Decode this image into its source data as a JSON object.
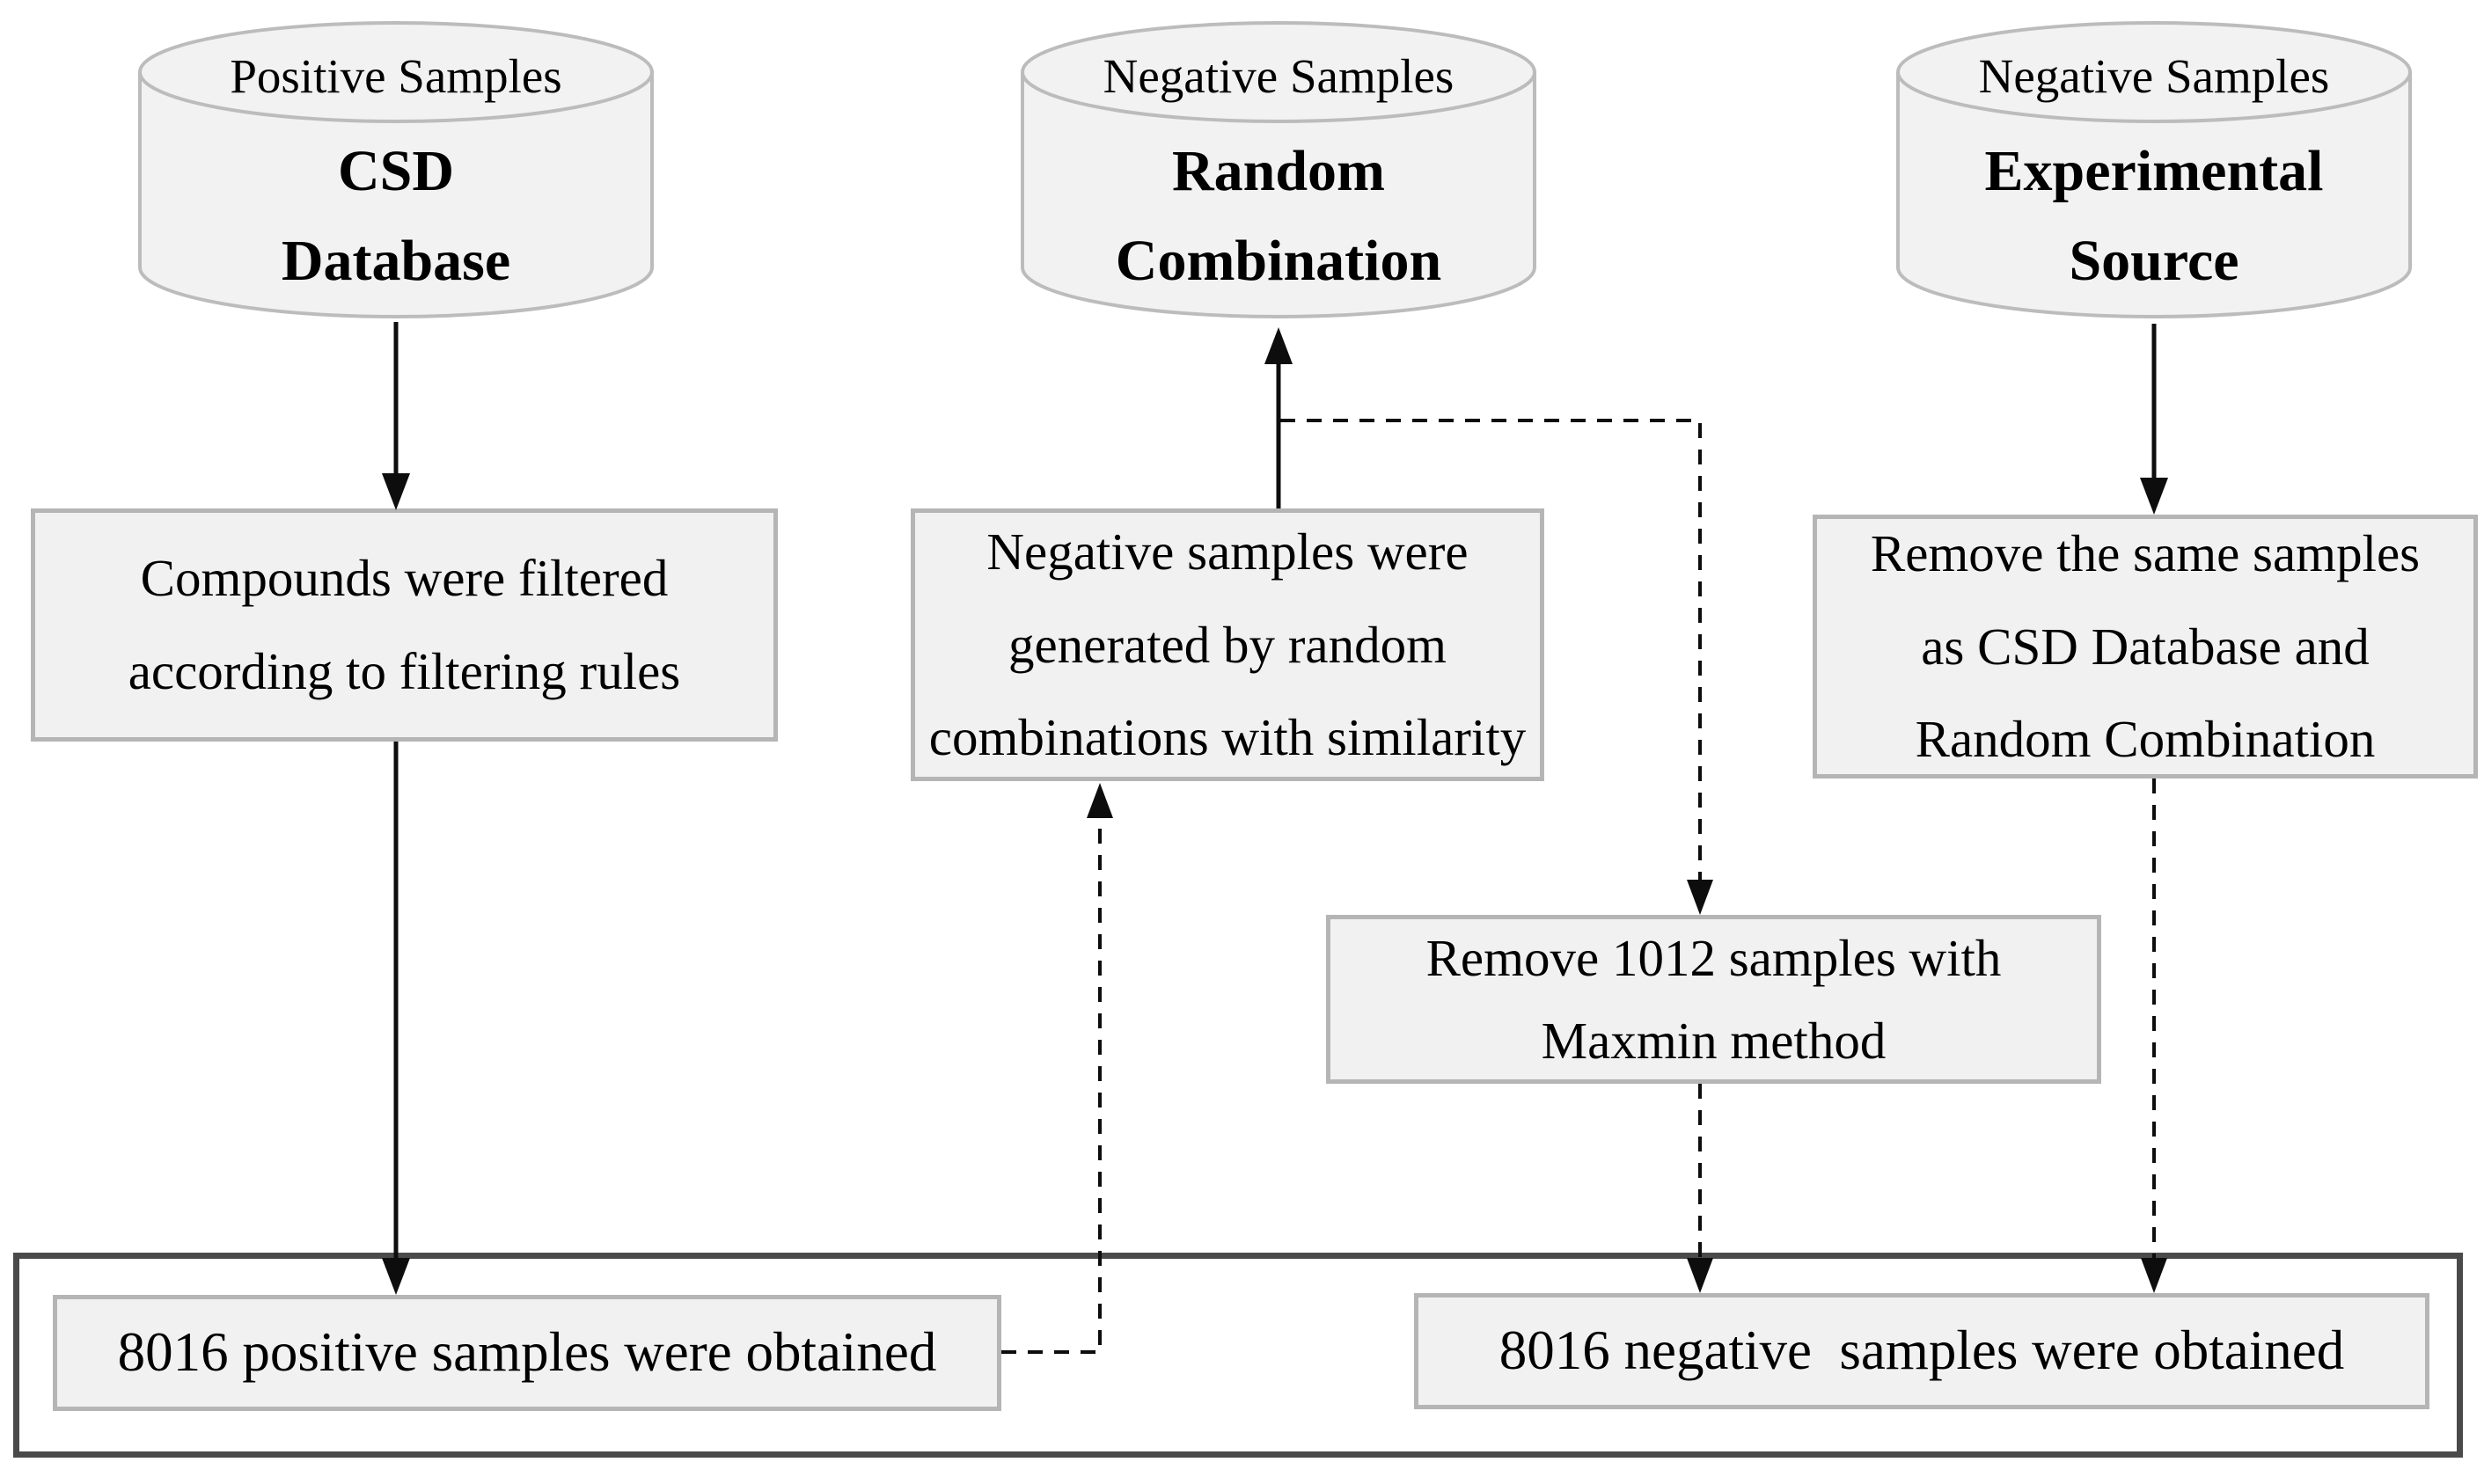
{
  "diagram": {
    "title": "Positive and negative sample preparation flowchart",
    "colors": {
      "node_fill": "#f1f1f1",
      "node_border": "#b5b5b5",
      "cylinder_fill": "#f2f2f2",
      "cylinder_border": "#bcbcbc",
      "container_border": "#4a4a4a",
      "line": "#0d0d0d",
      "text": "#000000",
      "background": "#ffffff"
    },
    "cylinders": [
      {
        "id": "csd",
        "tag": "Positive Samples",
        "label": "CSD\nDatabase"
      },
      {
        "id": "random",
        "tag": "Negative Samples",
        "label": "Random\nCombination"
      },
      {
        "id": "experimental",
        "tag": "Negative Samples",
        "label": "Experimental\nSource"
      }
    ],
    "boxes": [
      {
        "id": "filter",
        "label": "Compounds were filtered\naccording to filtering rules"
      },
      {
        "id": "generate",
        "label": "Negative samples were\ngenerated by random\ncombinations with similarity"
      },
      {
        "id": "dedupe",
        "label": "Remove the same samples\nas CSD Database and\nRandom Combination"
      },
      {
        "id": "maxmin",
        "label": "Remove 1012 samples with\nMaxmin method"
      },
      {
        "id": "positive_result",
        "label": "8016 positive samples were obtained"
      },
      {
        "id": "negative_result",
        "label": "8016 negative  samples were obtained"
      }
    ],
    "connectors": [
      {
        "id": "csd-to-filter",
        "style": "solid"
      },
      {
        "id": "filter-to-positive",
        "style": "solid"
      },
      {
        "id": "generate-to-random",
        "style": "solid"
      },
      {
        "id": "random-to-maxmin",
        "style": "dashed"
      },
      {
        "id": "maxmin-to-negative",
        "style": "dashed"
      },
      {
        "id": "experimental-to-dedupe",
        "style": "solid"
      },
      {
        "id": "dedupe-to-negative",
        "style": "dashed"
      },
      {
        "id": "positive-to-generate",
        "style": "dashed"
      }
    ]
  }
}
